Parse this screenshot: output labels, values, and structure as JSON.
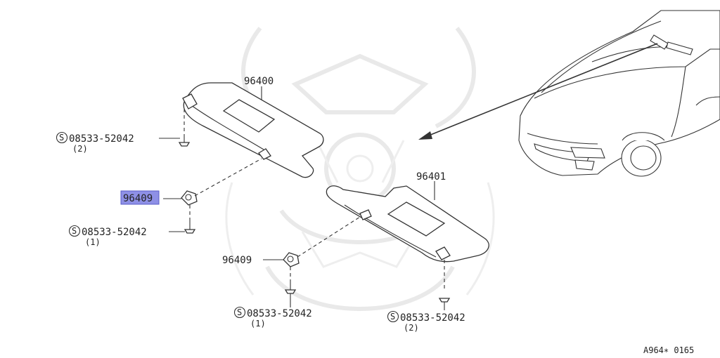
{
  "callouts": {
    "visor_left": "96400",
    "visor_right": "96401",
    "clip_left": "96409",
    "clip_right": "96409",
    "screw_top": {
      "symbol": "S",
      "part": "08533-52042",
      "qty": "(2)"
    },
    "screw_mid": {
      "symbol": "S",
      "part": "08533-52042",
      "qty": "(1)"
    },
    "screw_bottom_left": {
      "symbol": "S",
      "part": "08533-52042",
      "qty": "(1)"
    },
    "screw_bottom_right": {
      "symbol": "S",
      "part": "08533-52042",
      "qty": "(2)"
    }
  },
  "highlight_color": "#8e90e6",
  "diagram_ref": "A964∗ 0165"
}
